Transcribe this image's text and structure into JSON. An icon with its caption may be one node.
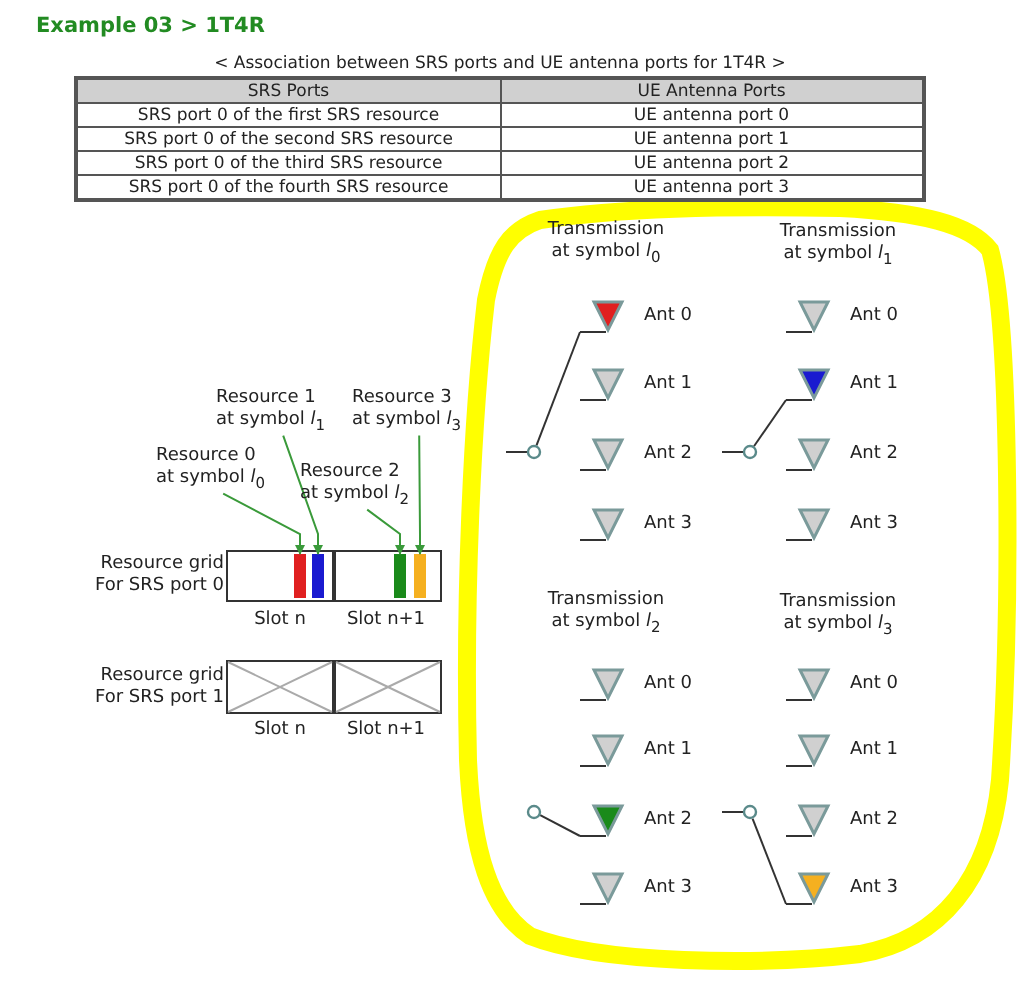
{
  "diagram": {
    "title": "Example 03 > 1T4R",
    "nodes": [
      {
        "text": [
          "Resource 0 at symbol *l*$_{0}$"
        ]
      },
      {
        "text": [
          "Resource 1 at symbol *l*$_{1}$"
        ]
      },
      {
        "text": [
          "Resource 2 at symbol *l*$_{2}$"
        ]
      },
      {
        "text": [
          "Resource 3 at symbol *l*$_{3}$"
        ]
      },
      {
        "text": [],
        "shape": "bar"
      },
      {
        "text": [],
        "shape": "bar"
      },
      {
        "text": [],
        "shape": "bar"
      },
      {
        "text": [],
        "shape": "bar"
      },
      {
        "text": [],
        "shape": "circle"
      },
      {
        "text": [
          "Ant 0"
        ]
      },
      {
        "text": [
          "Ant 1"
        ]
      },
      {
        "text": [
          "Ant 2"
        ]
      },
      {
        "text": [
          "Ant 3"
        ]
      },
      {
        "text": [],
        "shape": "circle"
      },
      {
        "text": [
          "Ant 0"
        ]
      },
      {
        "text": [
          "Ant 1"
        ]
      },
      {
        "text": [
          "Ant 2"
        ]
      },
      {
        "text": [
          "Ant 3"
        ]
      },
      {
        "text": [],
        "shape": "circle"
      },
      {
        "text": [
          "Ant 0"
        ]
      },
      {
        "text": [
          "Ant 1"
        ]
      },
      {
        "text": [
          "Ant 2"
        ]
      },
      {
        "text": [
          "Ant 3"
        ]
      },
      {
        "text": [],
        "shape": "circle"
      },
      {
        "text": [
          "Ant 0"
        ]
      },
      {
        "text": [
          "Ant 1"
        ]
      },
      {
        "text": [
          "Ant 2"
        ]
      },
      {
        "text": [
          "Ant 3"
        ]
      }
    ],
    "edges": [
      {
        "from": 0,
        "to": 4,
        "arrow": "to",
        "color": "#3a9a3a"
      },
      {
        "from": 1,
        "to": 5,
        "arrow": "to",
        "color": "#3a9a3a"
      },
      {
        "from": 2,
        "to": 6,
        "arrow": "to",
        "color": "#3a9a3a"
      },
      {
        "from": 3,
        "to": 7,
        "arrow": "to",
        "color": "#3a9a3a"
      },
      {
        "from": null,
        "to": 8,
        "arrow": "none"
      },
      {
        "from": 8,
        "to": 9,
        "arrow": "none"
      },
      {
        "from": null,
        "to": 13,
        "arrow": "none"
      },
      {
        "from": 13,
        "to": 15,
        "arrow": "none"
      },
      {
        "from": 18,
        "to": 21,
        "arrow": "none"
      },
      {
        "from": null,
        "to": 23,
        "arrow": "none"
      },
      {
        "from": 23,
        "to": 27,
        "arrow": "none"
      }
    ],
    "labels": [
      "< Association between SRS ports and UE antenna ports for 1T4R >",
      "SRS Ports",
      "UE Antenna Ports",
      "SRS port 0 of the first SRS resource",
      "UE antenna port 0",
      "SRS port 0 of the second SRS resource",
      "UE antenna port 1",
      "SRS port 0 of the third SRS resource",
      "UE antenna port 2",
      "SRS port 0 of the fourth SRS resource",
      "UE antenna port 3",
      "Transmission at symbol *l*$_{0}$",
      "Transmission at symbol *l*$_{1}$",
      "Resource grid For SRS port 0",
      "Slot n",
      "Slot n+1",
      "Transmission at symbol *l*$_{2}$",
      "Transmission at symbol *l*$_{3}$",
      "Resource grid For SRS port 1",
      "Slot n",
      "Slot n+1"
    ]
  }
}
